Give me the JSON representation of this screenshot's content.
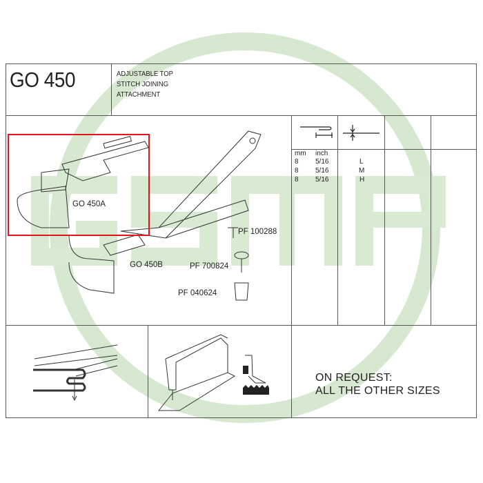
{
  "header": {
    "model": "GO 450",
    "description": [
      "ADJUSTABLE TOP",
      "STITCH JOINING",
      "ATTACHMENT"
    ]
  },
  "spec_table": {
    "columns": [
      "mm",
      "inch"
    ],
    "rows": [
      {
        "mm": "8",
        "inch": "5/16",
        "type": "L"
      },
      {
        "mm": "8",
        "inch": "5/16",
        "type": "M"
      },
      {
        "mm": "8",
        "inch": "5/16",
        "type": "H"
      }
    ]
  },
  "parts": {
    "a": "GO 450A",
    "b": "GO 450B",
    "p1": "PF 100288",
    "p2": "PF 700824",
    "p3": "PF 040624"
  },
  "footer": {
    "line1": "ON REQUEST:",
    "line2": "ALL THE OTHER SIZES"
  },
  "watermark": {
    "text": "GSMP",
    "color": "#cfe3c8"
  },
  "highlight_color": "#e0161b"
}
